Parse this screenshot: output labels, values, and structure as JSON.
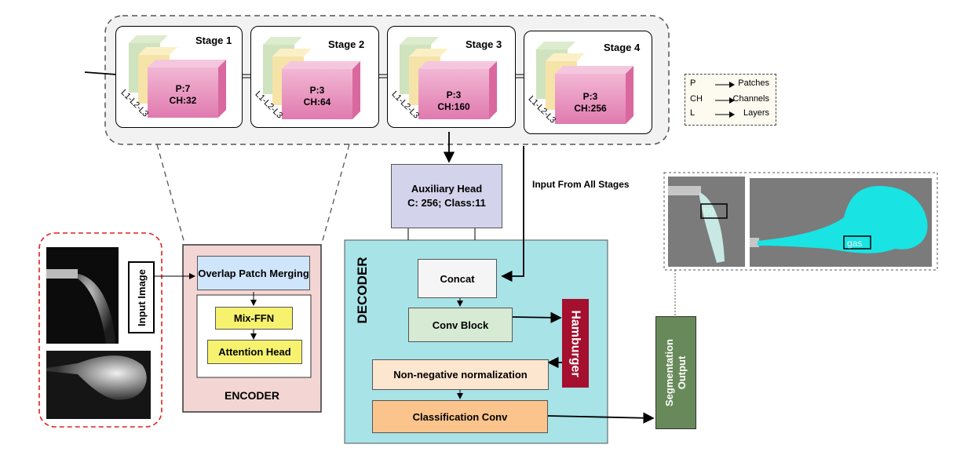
{
  "stages": [
    {
      "title": "Stage 1",
      "patch": "P:7",
      "channels": "CH:32",
      "layers": "L1-L2-L3"
    },
    {
      "title": "Stage 2",
      "patch": "P:3",
      "channels": "CH:64",
      "layers": "L1-L2-L3"
    },
    {
      "title": "Stage 3",
      "patch": "P:3",
      "channels": "CH:160",
      "layers": "L1-L2-L3"
    },
    {
      "title": "Stage 4",
      "patch": "P:3",
      "channels": "CH:256",
      "layers": "L1-L2-L3"
    }
  ],
  "legend": [
    {
      "key": "P",
      "value": "Patches"
    },
    {
      "key": "CH",
      "value": "Channels"
    },
    {
      "key": "L",
      "value": "Layers"
    }
  ],
  "input_label": "Input Image",
  "encoder": {
    "title": "ENCODER",
    "overlap": "Overlap Patch Merging",
    "mixffn": "Mix-FFN",
    "attention": "Attention Head"
  },
  "auxiliary": {
    "line1": "Auxiliary Head",
    "line2": "C: 256; Class:11"
  },
  "input_from_all": "Input From All Stages",
  "decoder": {
    "title": "DECODER",
    "concat": "Concat",
    "conv_block": "Conv Block",
    "hamburger": "Hamburger",
    "nonneg": "Non-negative normalization",
    "classconv": "Classification Conv"
  },
  "segmentation": "Segmentation Output",
  "segmentation_lines": [
    "Segmentation",
    "Output"
  ],
  "output_labels": {
    "left": "90",
    "right": "gas"
  },
  "colors": {
    "green_layer": "#cfe3bf",
    "yellow_layer": "#f6e3a8",
    "pink_face": "#e586b6",
    "encoder_bg": "#f3d6d4",
    "decoder_bg": "#a8e3e8",
    "overlap_bg": "#cfe5fb",
    "yellow_box": "#f7f26e",
    "aux_bg": "#d4d3ec",
    "hamburger_bg": "#a5102f",
    "nonneg_bg": "#fde6cf",
    "classconv_bg": "#fbc48c",
    "segment_bg": "#688a5a",
    "cyan_mask": "#19e3e3"
  }
}
